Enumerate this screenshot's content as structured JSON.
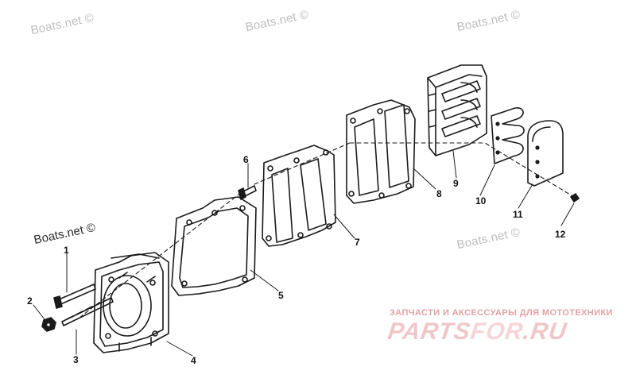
{
  "watermarks": {
    "top_left": "Boats.net ©",
    "top_center": "Boats.net ©",
    "top_right": "Boats.net ©",
    "left": "Boats.net ©",
    "right": "Boats.net ©"
  },
  "callouts": [
    "1",
    "2",
    "3",
    "4",
    "5",
    "6",
    "7",
    "8",
    "9",
    "10",
    "11",
    "12"
  ],
  "branding": {
    "tagline": "ЗАПЧАСТИ И АКСЕССУАРЫ ДЛЯ МОТОТЕХНИКИ",
    "logo_part1": "PARTS",
    "logo_part2": "FOR",
    "logo_part3": ".RU"
  },
  "colors": {
    "line": "#1a1a1a",
    "watermark": "#bdbdbd",
    "logo": "#f0c7c9"
  }
}
